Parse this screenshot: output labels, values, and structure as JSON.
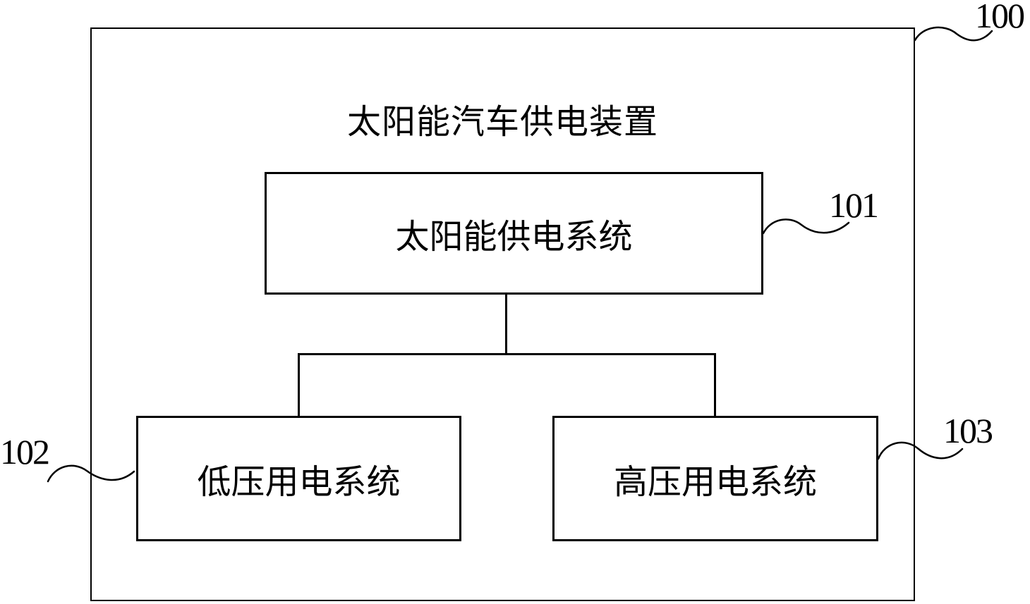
{
  "figure": {
    "title": "太阳能汽车供电装置",
    "refs": {
      "outer": "100",
      "solar": "101",
      "low": "102",
      "high": "103"
    },
    "boxes": {
      "solar": {
        "label": "太阳能供电系统"
      },
      "low": {
        "label": "低压用电系统"
      },
      "high": {
        "label": "高压用电系统"
      }
    },
    "colors": {
      "line": "#000000",
      "background": "#ffffff",
      "text": "#000000"
    }
  }
}
